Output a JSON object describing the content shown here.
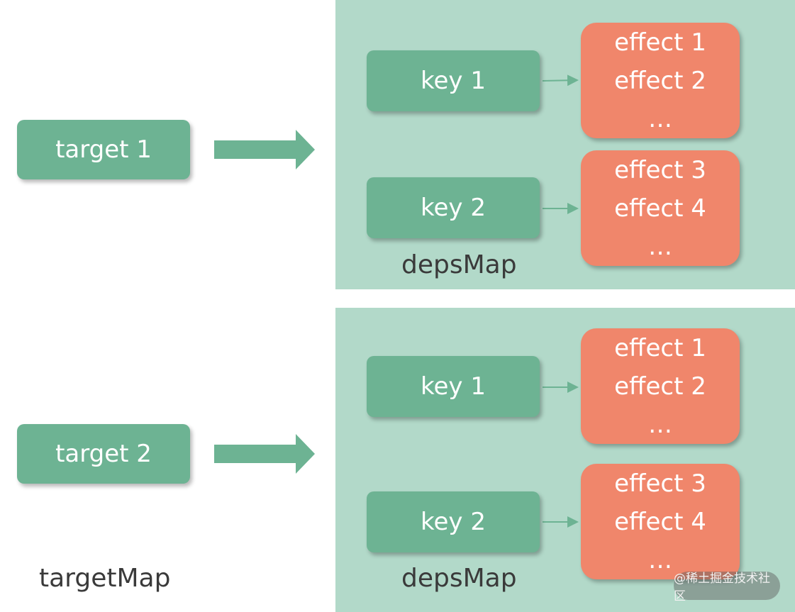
{
  "outer_map": {
    "label": "targetMap"
  },
  "targets": [
    {
      "label": "target 1",
      "deps_map": {
        "label": "depsMap",
        "keys": [
          {
            "label": "key 1",
            "effects": [
              "effect 1",
              "effect 2",
              "…"
            ]
          },
          {
            "label": "key 2",
            "effects": [
              "effect 3",
              "effect 4",
              "…"
            ]
          }
        ]
      }
    },
    {
      "label": "target 2",
      "deps_map": {
        "label": "depsMap",
        "keys": [
          {
            "label": "key 1",
            "effects": [
              "effect 1",
              "effect 2",
              "…"
            ]
          },
          {
            "label": "key 2",
            "effects": [
              "effect 3",
              "effect 4",
              "…"
            ]
          }
        ]
      }
    }
  ],
  "colors": {
    "node_green": "#6db393",
    "panel_bg": "#b2d9c9",
    "effect_orange": "#f0866b"
  },
  "watermark": "@稀土掘金技术社区"
}
